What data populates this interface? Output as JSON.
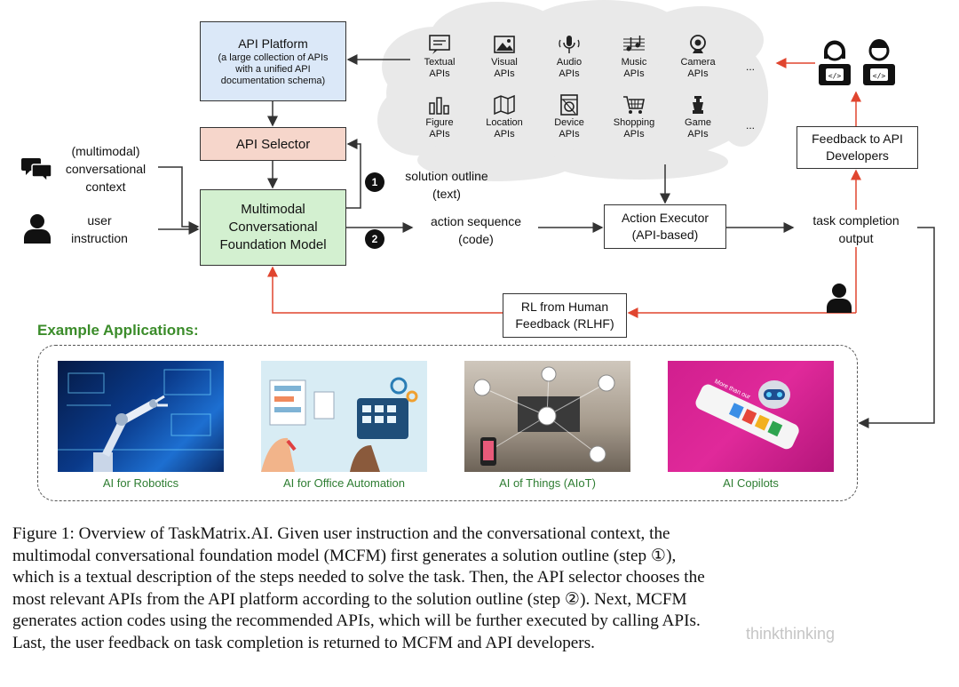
{
  "boxes": {
    "api_platform_title": "API Platform",
    "api_platform_desc": [
      "(a large collection of APIs",
      "with a unified API",
      "documentation  schema)"
    ],
    "api_selector": "API Selector",
    "mcfm": [
      "Multimodal",
      "Conversational",
      "Foundation Model"
    ],
    "action_executor": [
      "Action Executor",
      "(API-based)"
    ],
    "feedback_dev": [
      "Feedback to API",
      "Developers"
    ],
    "rlhf": [
      "RL from Human",
      "Feedback (RLHF)"
    ]
  },
  "labels": {
    "context": [
      "(multimodal)",
      "conversational",
      "context"
    ],
    "user_instruction": [
      "user",
      "instruction"
    ],
    "solution_outline": [
      "solution outline",
      "(text)"
    ],
    "action_sequence": [
      "action sequence",
      "(code)"
    ],
    "task_completion": [
      "task completion",
      "output"
    ],
    "step1": "1",
    "step2": "2",
    "ellipsis_row1": "...",
    "ellipsis_row2": "..."
  },
  "apis": [
    {
      "icon": "textual-api-icon",
      "line1": "Textual",
      "line2": "APIs"
    },
    {
      "icon": "visual-api-icon",
      "line1": "Visual",
      "line2": "APIs"
    },
    {
      "icon": "audio-api-icon",
      "line1": "Audio",
      "line2": "APIs"
    },
    {
      "icon": "music-api-icon",
      "line1": "Music",
      "line2": "APIs"
    },
    {
      "icon": "camera-api-icon",
      "line1": "Camera",
      "line2": "APIs"
    },
    {
      "icon": "figure-api-icon",
      "line1": "Figure",
      "line2": "APIs"
    },
    {
      "icon": "location-api-icon",
      "line1": "Location",
      "line2": "APIs"
    },
    {
      "icon": "device-api-icon",
      "line1": "Device",
      "line2": "APIs"
    },
    {
      "icon": "shopping-api-icon",
      "line1": "Shopping",
      "line2": "APIs"
    },
    {
      "icon": "game-api-icon",
      "line1": "Game",
      "line2": "APIs"
    }
  ],
  "apps": {
    "title": "Example Applications:",
    "items": [
      {
        "label": "AI for Robotics"
      },
      {
        "label": "AI for Office Automation"
      },
      {
        "label": "AI of Things (AIoT)"
      },
      {
        "label": "AI Copilots"
      }
    ],
    "copilot_banner_text": "More than our"
  },
  "caption": [
    "Figure 1: Overview of TaskMatrix.AI. Given user instruction and the conversational context, the",
    "multimodal conversational foundation model (MCFM) first generates a solution outline (step ①),",
    "which is a textual description of the steps needed to solve the task. Then, the API selector chooses the",
    "most relevant APIs from the API platform according to the solution outline (step ②). Next, MCFM",
    "generates action codes using the recommended APIs, which will be further executed by calling APIs.",
    "Last, the user feedback on task completion is returned to MCFM and API developers."
  ],
  "watermark": "thinkthinking",
  "colors": {
    "api_platform": "#dbe8f8",
    "api_selector": "#f6d6cb",
    "mcfm": "#d3f0d0",
    "feedback_arrow": "#e0452f",
    "apps_title": "#3b8c2a",
    "app_label": "#2e7d32",
    "cloud": "#e9e9e9"
  }
}
